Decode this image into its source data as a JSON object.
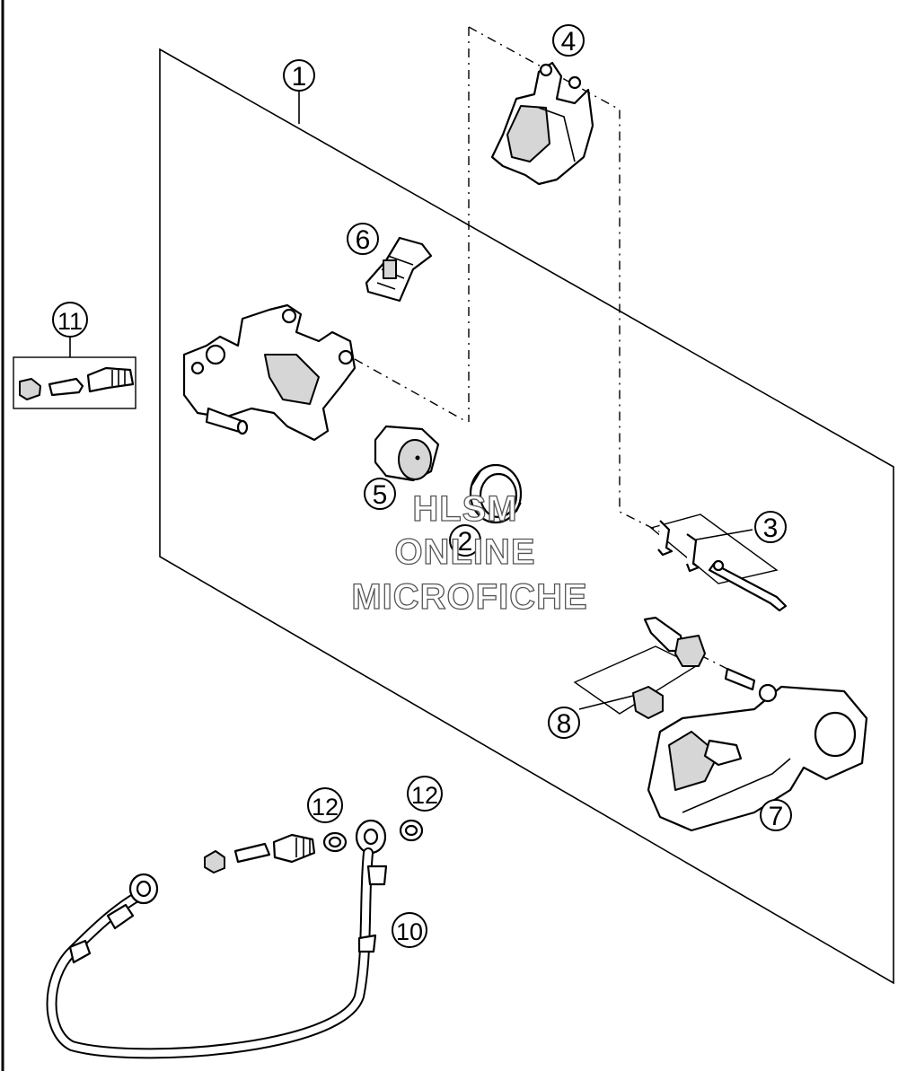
{
  "callouts": {
    "c1": "1",
    "c2": "2",
    "c3": "3",
    "c4": "4",
    "c5": "5",
    "c6": "6",
    "c7": "7",
    "c8": "8",
    "c10": "10",
    "c11": "11",
    "c12a": "12",
    "c12b": "12"
  },
  "watermark": {
    "line1": "HLSM",
    "line2": "ONLINE",
    "line3": "MICROFICHE"
  },
  "colors": {
    "line": "#000000",
    "background": "#ffffff",
    "shade": "#d6d6d6",
    "watermark_outline": "#555555"
  }
}
